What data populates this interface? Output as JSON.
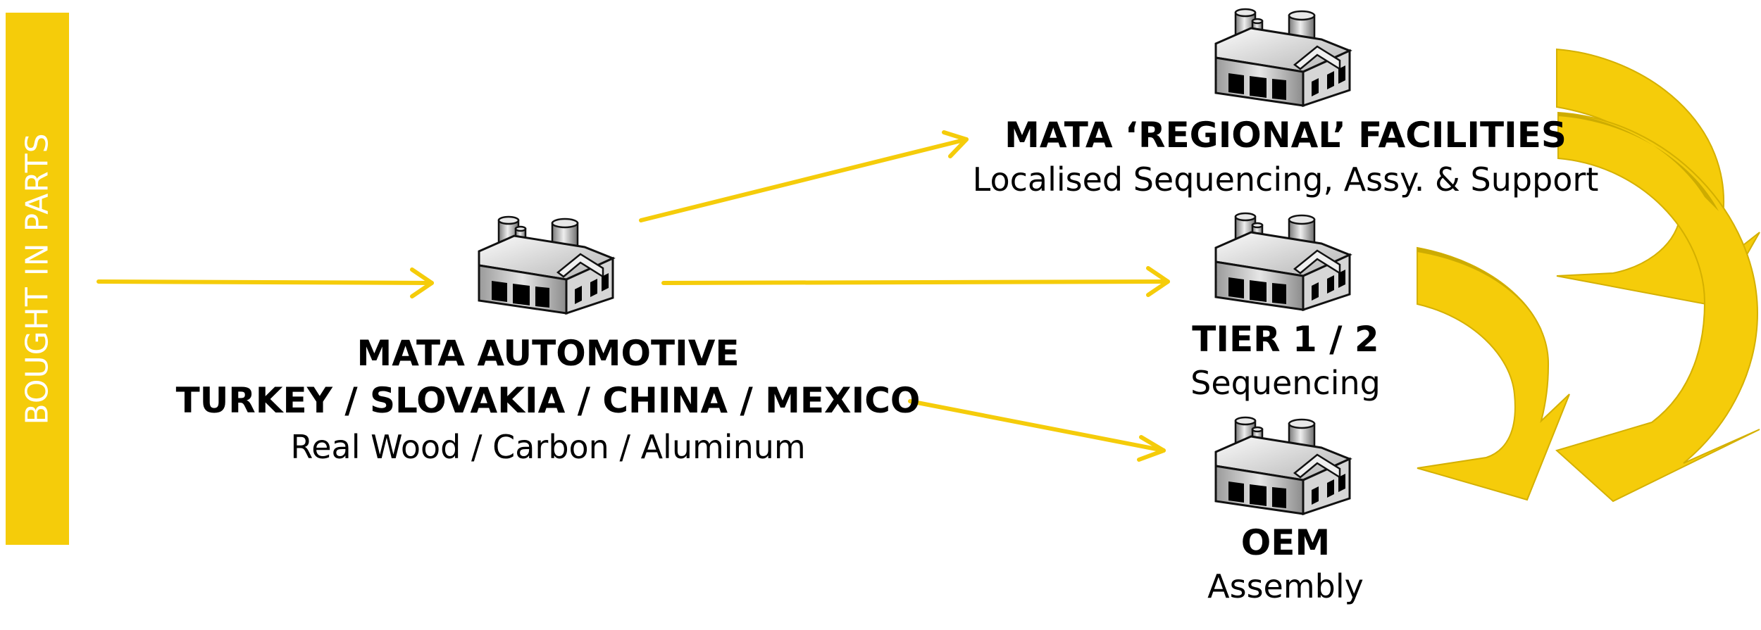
{
  "sidebar": {
    "label": "BOUGHT IN PARTS"
  },
  "colors": {
    "accent": "#f5cc0a",
    "accent_dark": "#c9a800"
  },
  "nodes": {
    "mata_automotive": {
      "title": "MATA AUTOMOTIVE",
      "locations": "TURKEY / SLOVAKIA / CHINA / MEXICO",
      "materials": "Real Wood / Carbon / Aluminum",
      "icon": "factory-icon"
    },
    "regional": {
      "title": "MATA ‘REGIONAL’ FACILITIES",
      "subtitle": "Localised Sequencing, Assy. & Support",
      "icon": "factory-icon"
    },
    "tier": {
      "title": "TIER 1 / 2",
      "subtitle": "Sequencing",
      "icon": "factory-icon"
    },
    "oem": {
      "title": "OEM",
      "subtitle": "Assembly",
      "icon": "factory-icon"
    }
  }
}
